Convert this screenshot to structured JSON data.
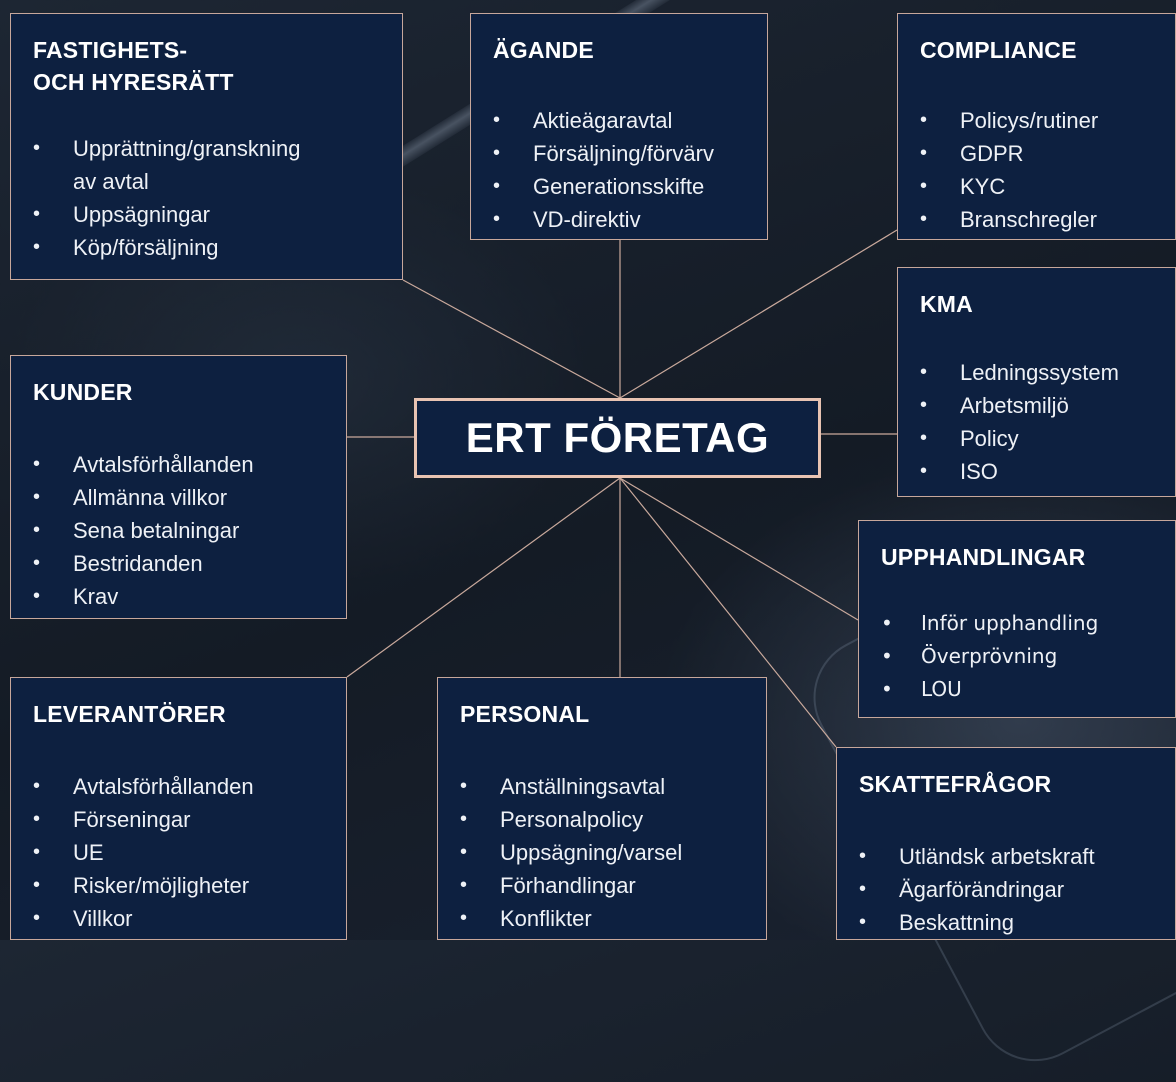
{
  "center": {
    "title": "ERT FÖRETAG"
  },
  "boxes": {
    "fastighet": {
      "title": "FASTIGHETS-\nOCH HYRESRÄTT",
      "items": [
        "Upprättning/granskning\nav avtal",
        "Uppsägningar",
        "Köp/försäljning"
      ]
    },
    "agande": {
      "title": "ÄGANDE",
      "items": [
        "Aktieägaravtal",
        "Försäljning/förvärv",
        "Generationsskifte",
        "VD-direktiv"
      ]
    },
    "compliance": {
      "title": "COMPLIANCE",
      "items": [
        "Policys/rutiner",
        "GDPR",
        "KYC",
        "Branschregler"
      ]
    },
    "kma": {
      "title": "KMA",
      "items": [
        "Ledningssystem",
        "Arbetsmiljö",
        "Policy",
        "ISO"
      ]
    },
    "kunder": {
      "title": "KUNDER",
      "items": [
        "Avtalsförhållanden",
        "Allmänna villkor",
        "Sena betalningar",
        "Bestridanden",
        "Krav"
      ]
    },
    "upphandlingar": {
      "title": "UPPHANDLINGAR",
      "items": [
        "Inför upphandling",
        "Överprövning",
        "LOU"
      ]
    },
    "leverantorer": {
      "title": "LEVERANTÖRER",
      "items": [
        "Avtalsförhållanden",
        "Förseningar",
        "UE",
        "Risker/möjligheter",
        "Villkor"
      ]
    },
    "personal": {
      "title": "PERSONAL",
      "items": [
        "Anställningsavtal",
        "Personalpolicy",
        "Uppsägning/varsel",
        "Förhandlingar",
        "Konflikter"
      ]
    },
    "skatt": {
      "title": "SKATTEFRÅGOR",
      "items": [
        "Utländsk arbetskraft",
        "Ägarförändringar",
        "Beskattning"
      ]
    }
  },
  "colors": {
    "box_fill": "#0d2040",
    "box_border": "#c7a79b",
    "center_border": "#e8c3b2",
    "text": "#ffffff",
    "connector": "#c9a99c"
  }
}
